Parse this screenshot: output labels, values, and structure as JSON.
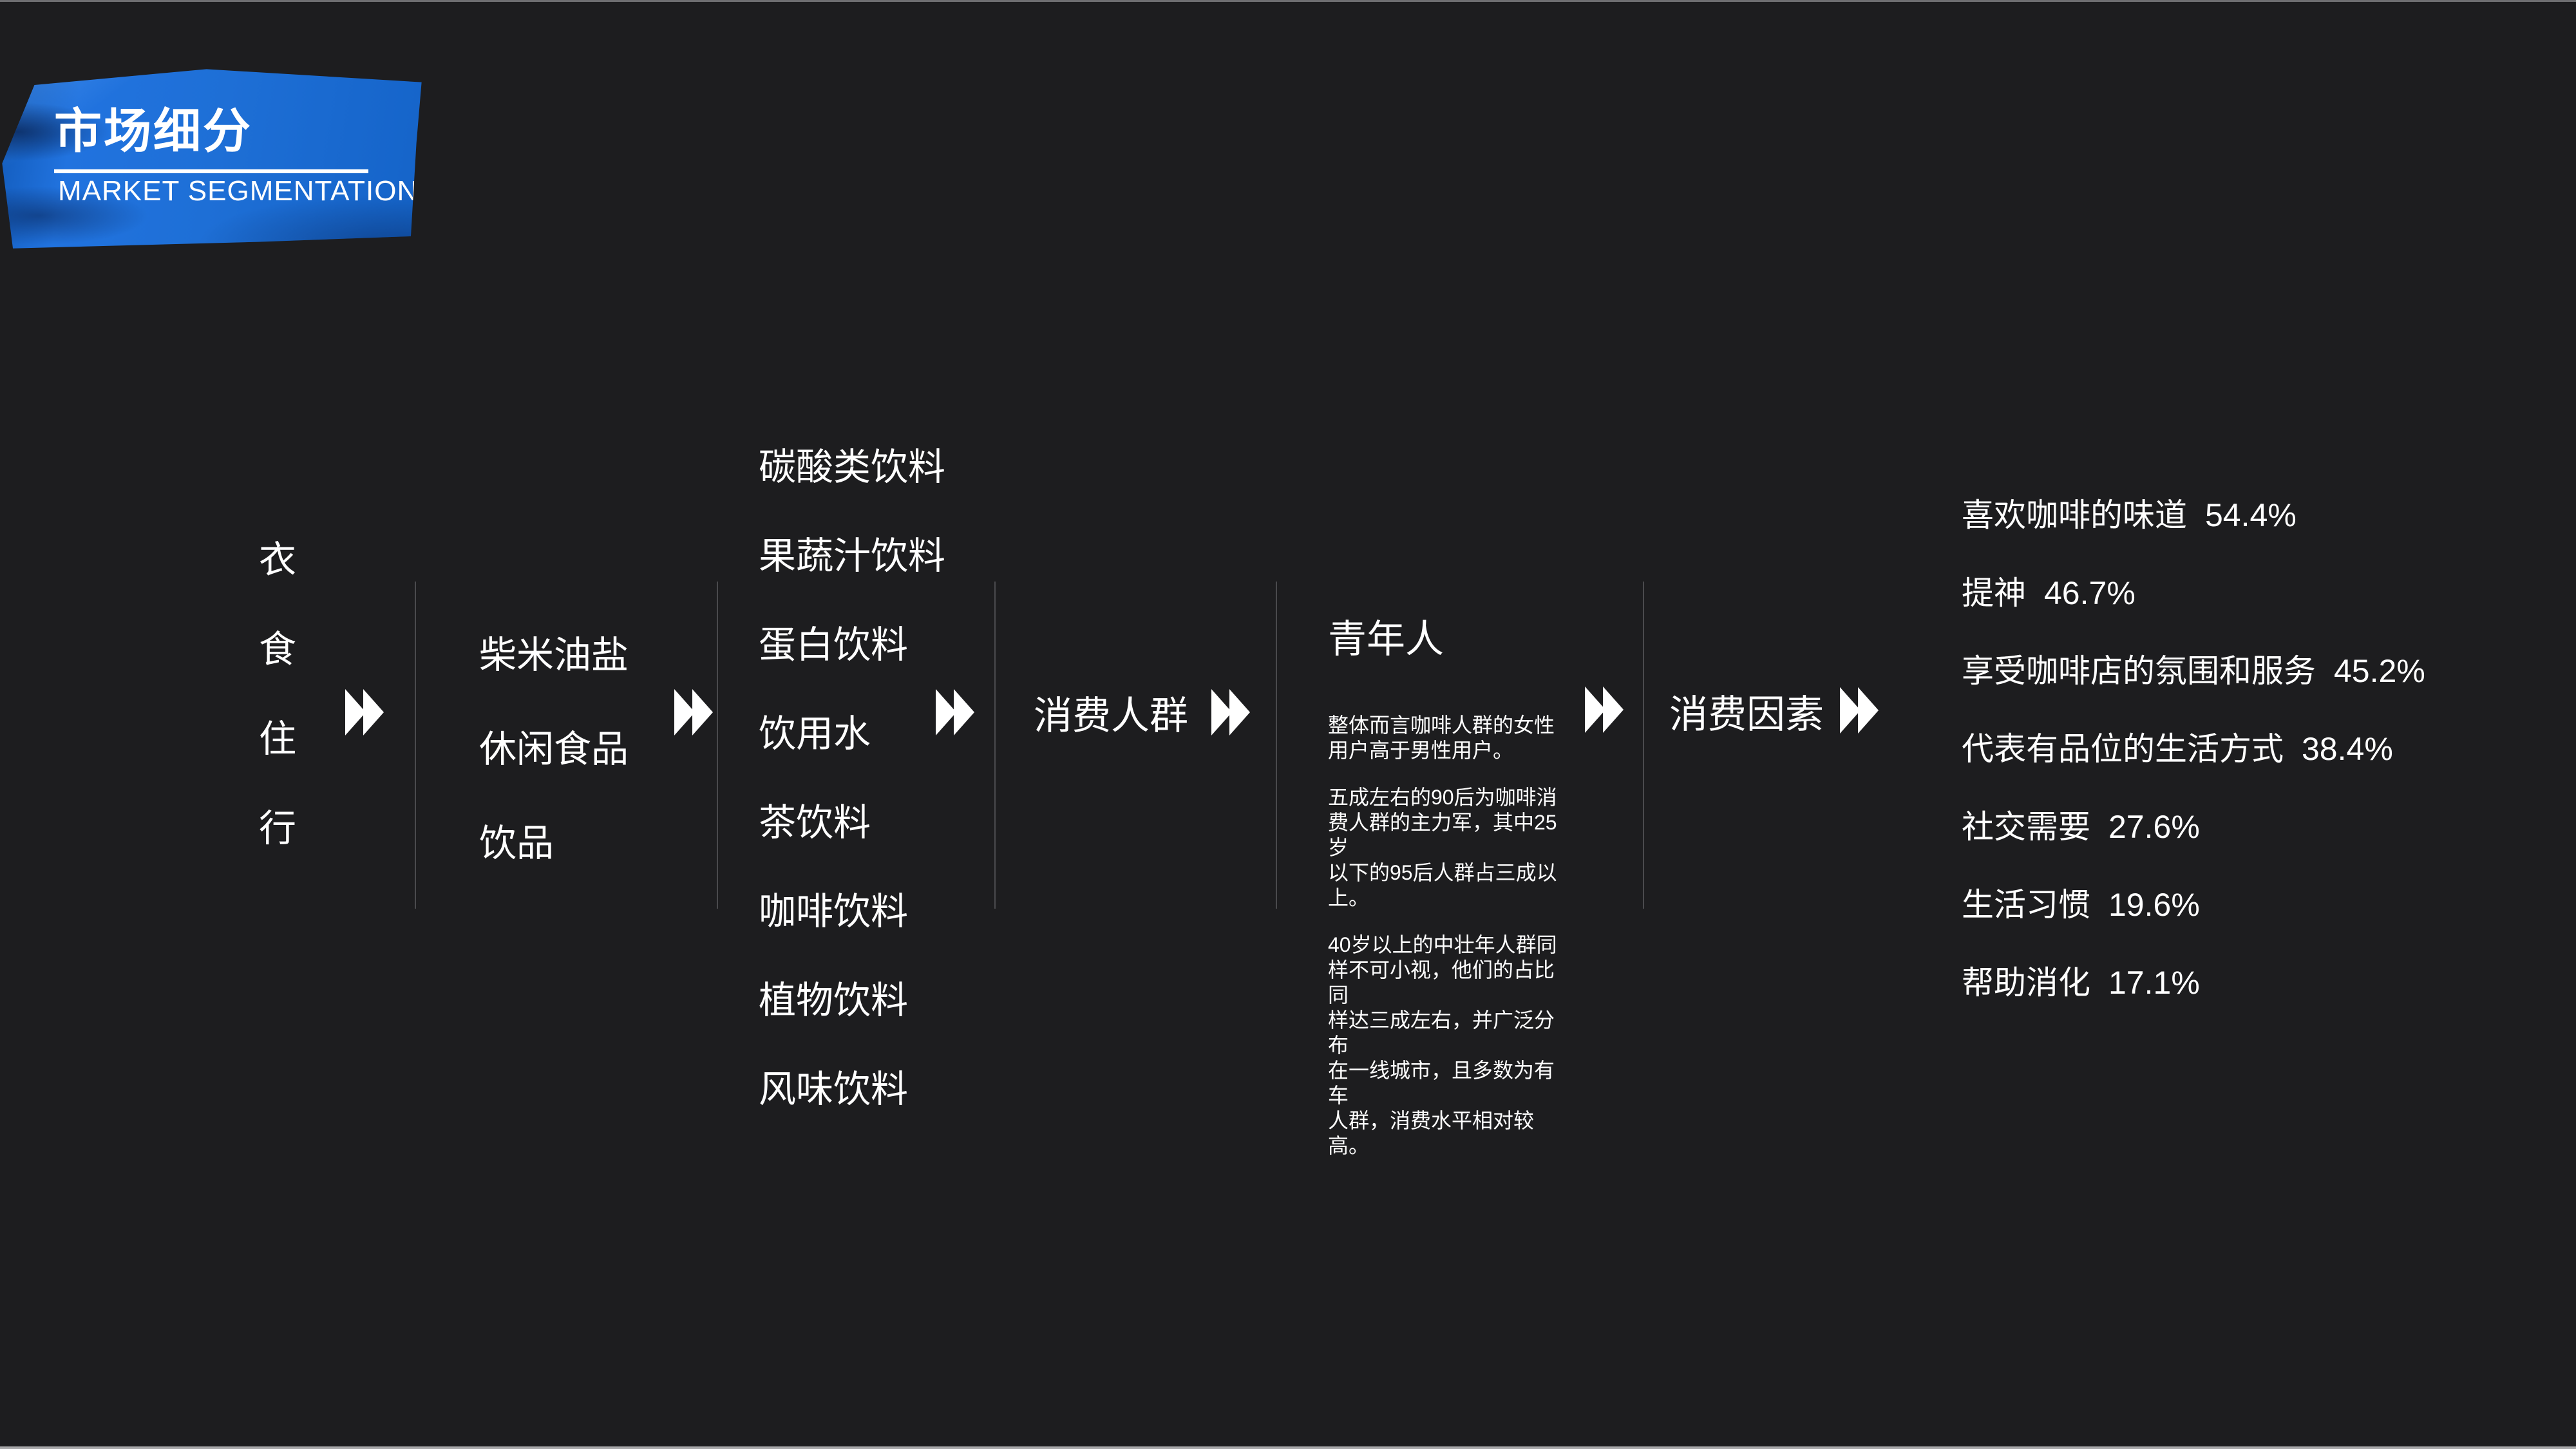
{
  "slide": {
    "background": "#1d1d1f",
    "text_color": "#ffffff",
    "divider_color": "#4a4a4d",
    "top_edge_color": "#6e6e71",
    "bottom_edge_color": "#a8a8aa"
  },
  "banner": {
    "title": "市场细分",
    "subtitle": "MARKET SEGMENTATION",
    "tape_blue": "#1e6fd6",
    "tape_blue_dark": "#0d4596"
  },
  "icons": {
    "flow_arrow": "fast-forward-double-triangle"
  },
  "flow": {
    "daily_needs": {
      "items": [
        "衣",
        "食",
        "住",
        "行"
      ]
    },
    "food_categories": {
      "items": [
        "柴米油盐",
        "休闲食品",
        "饮品"
      ]
    },
    "beverage_types": {
      "items": [
        "碳酸类饮料",
        "果蔬汁饮料",
        "蛋白饮料",
        "饮用水",
        "茶饮料",
        "咖啡饮料",
        "植物饮料",
        "风味饮料"
      ]
    },
    "consumer_group_label": "消费人群",
    "young_people": {
      "heading": "青年人",
      "paragraphs": [
        "整体而言咖啡人群的女性\n用户高于男性用户。",
        "五成左右的90后为咖啡消\n费人群的主力军，其中25岁\n以下的95后人群占三成以\n上。",
        "40岁以上的中壮年人群同\n样不可小视，他们的占比同\n样达三成左右，并广泛分布\n在一线城市，且多数为有车\n人群，消费水平相对较高。"
      ]
    },
    "consumption_factors_label": "消费因素",
    "factors": {
      "items": [
        {
          "label": "喜欢咖啡的味道",
          "value": "54.4%"
        },
        {
          "label": "提神",
          "value": "46.7%"
        },
        {
          "label": "享受咖啡店的氛围和服务",
          "value": "45.2%"
        },
        {
          "label": "代表有品位的生活方式",
          "value": "38.4%"
        },
        {
          "label": "社交需要",
          "value": "27.6%"
        },
        {
          "label": "生活习惯",
          "value": "19.6%"
        },
        {
          "label": "帮助消化",
          "value": "17.1%"
        }
      ]
    }
  }
}
